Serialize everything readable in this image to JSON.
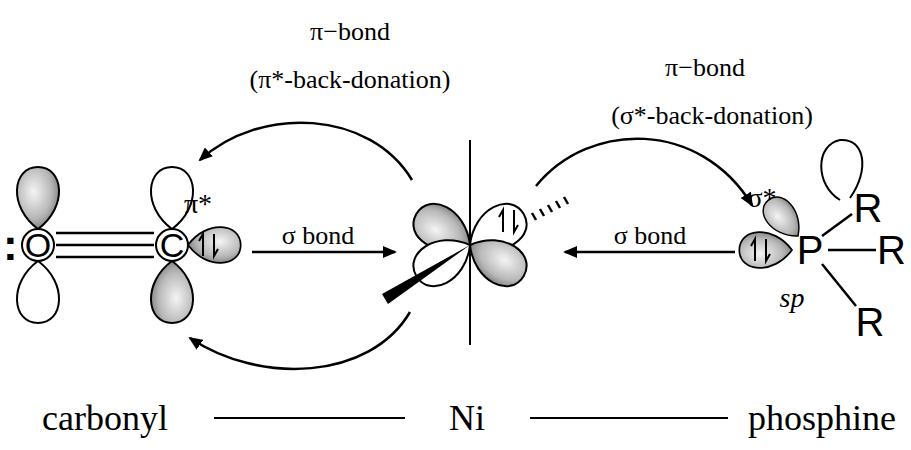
{
  "diagram": {
    "labels": [
      "π−bond",
      "(π*-back-donation)",
      "π−bond",
      "(σ*-back-donation)",
      "π*",
      "σ bond",
      "σ bond",
      "σ*",
      ":",
      "O",
      "C",
      "P",
      "R",
      "R",
      "R",
      "sp",
      "carbonyl",
      "Ni",
      "phosphine"
    ]
  }
}
